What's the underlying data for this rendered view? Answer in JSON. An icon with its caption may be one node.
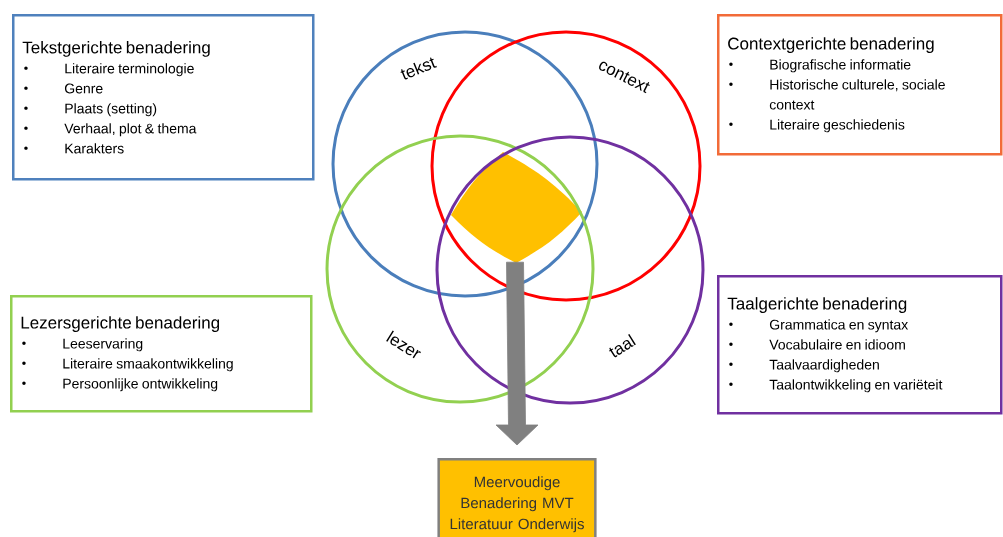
{
  "diagram": {
    "nodes": [
      {
        "text": [
          "Tekstgerichte benadering",
          "Literaire terminologie",
          "Genre",
          "Plaats (setting)",
          "Verhaal, plot & thema",
          "Karakters"
        ]
      },
      {
        "text": [
          "Contextgerichte benadering",
          "Biografische informatie",
          "Historische culturele, sociale context",
          "Literaire geschiedenis"
        ]
      },
      {
        "text": [
          "Lezersgerichte benadering",
          "Leeservaring",
          "Literaire smaakontwikkeling",
          "Persoonlijke ontwikkeling"
        ]
      },
      {
        "text": [
          "Taalgerichte benadering",
          "Grammatica en syntax",
          "Vocabulaire en idioom",
          "Taalvaardigheden",
          "Taalontwikkeling en variëteit"
        ]
      },
      {
        "text": [
          "tekst"
        ]
      },
      {
        "text": [
          "context"
        ]
      },
      {
        "text": [
          "lezer"
        ]
      },
      {
        "text": [
          "taal"
        ]
      },
      {
        "text": [],
        "shape": "diamond"
      },
      {
        "text": [
          "Meervoudige Benadering MVT Literatuur Onderwijs"
        ]
      }
    ],
    "edges": [
      {
        "from": 8,
        "to": 9,
        "arrow": "to",
        "style": "thick"
      }
    ]
  }
}
